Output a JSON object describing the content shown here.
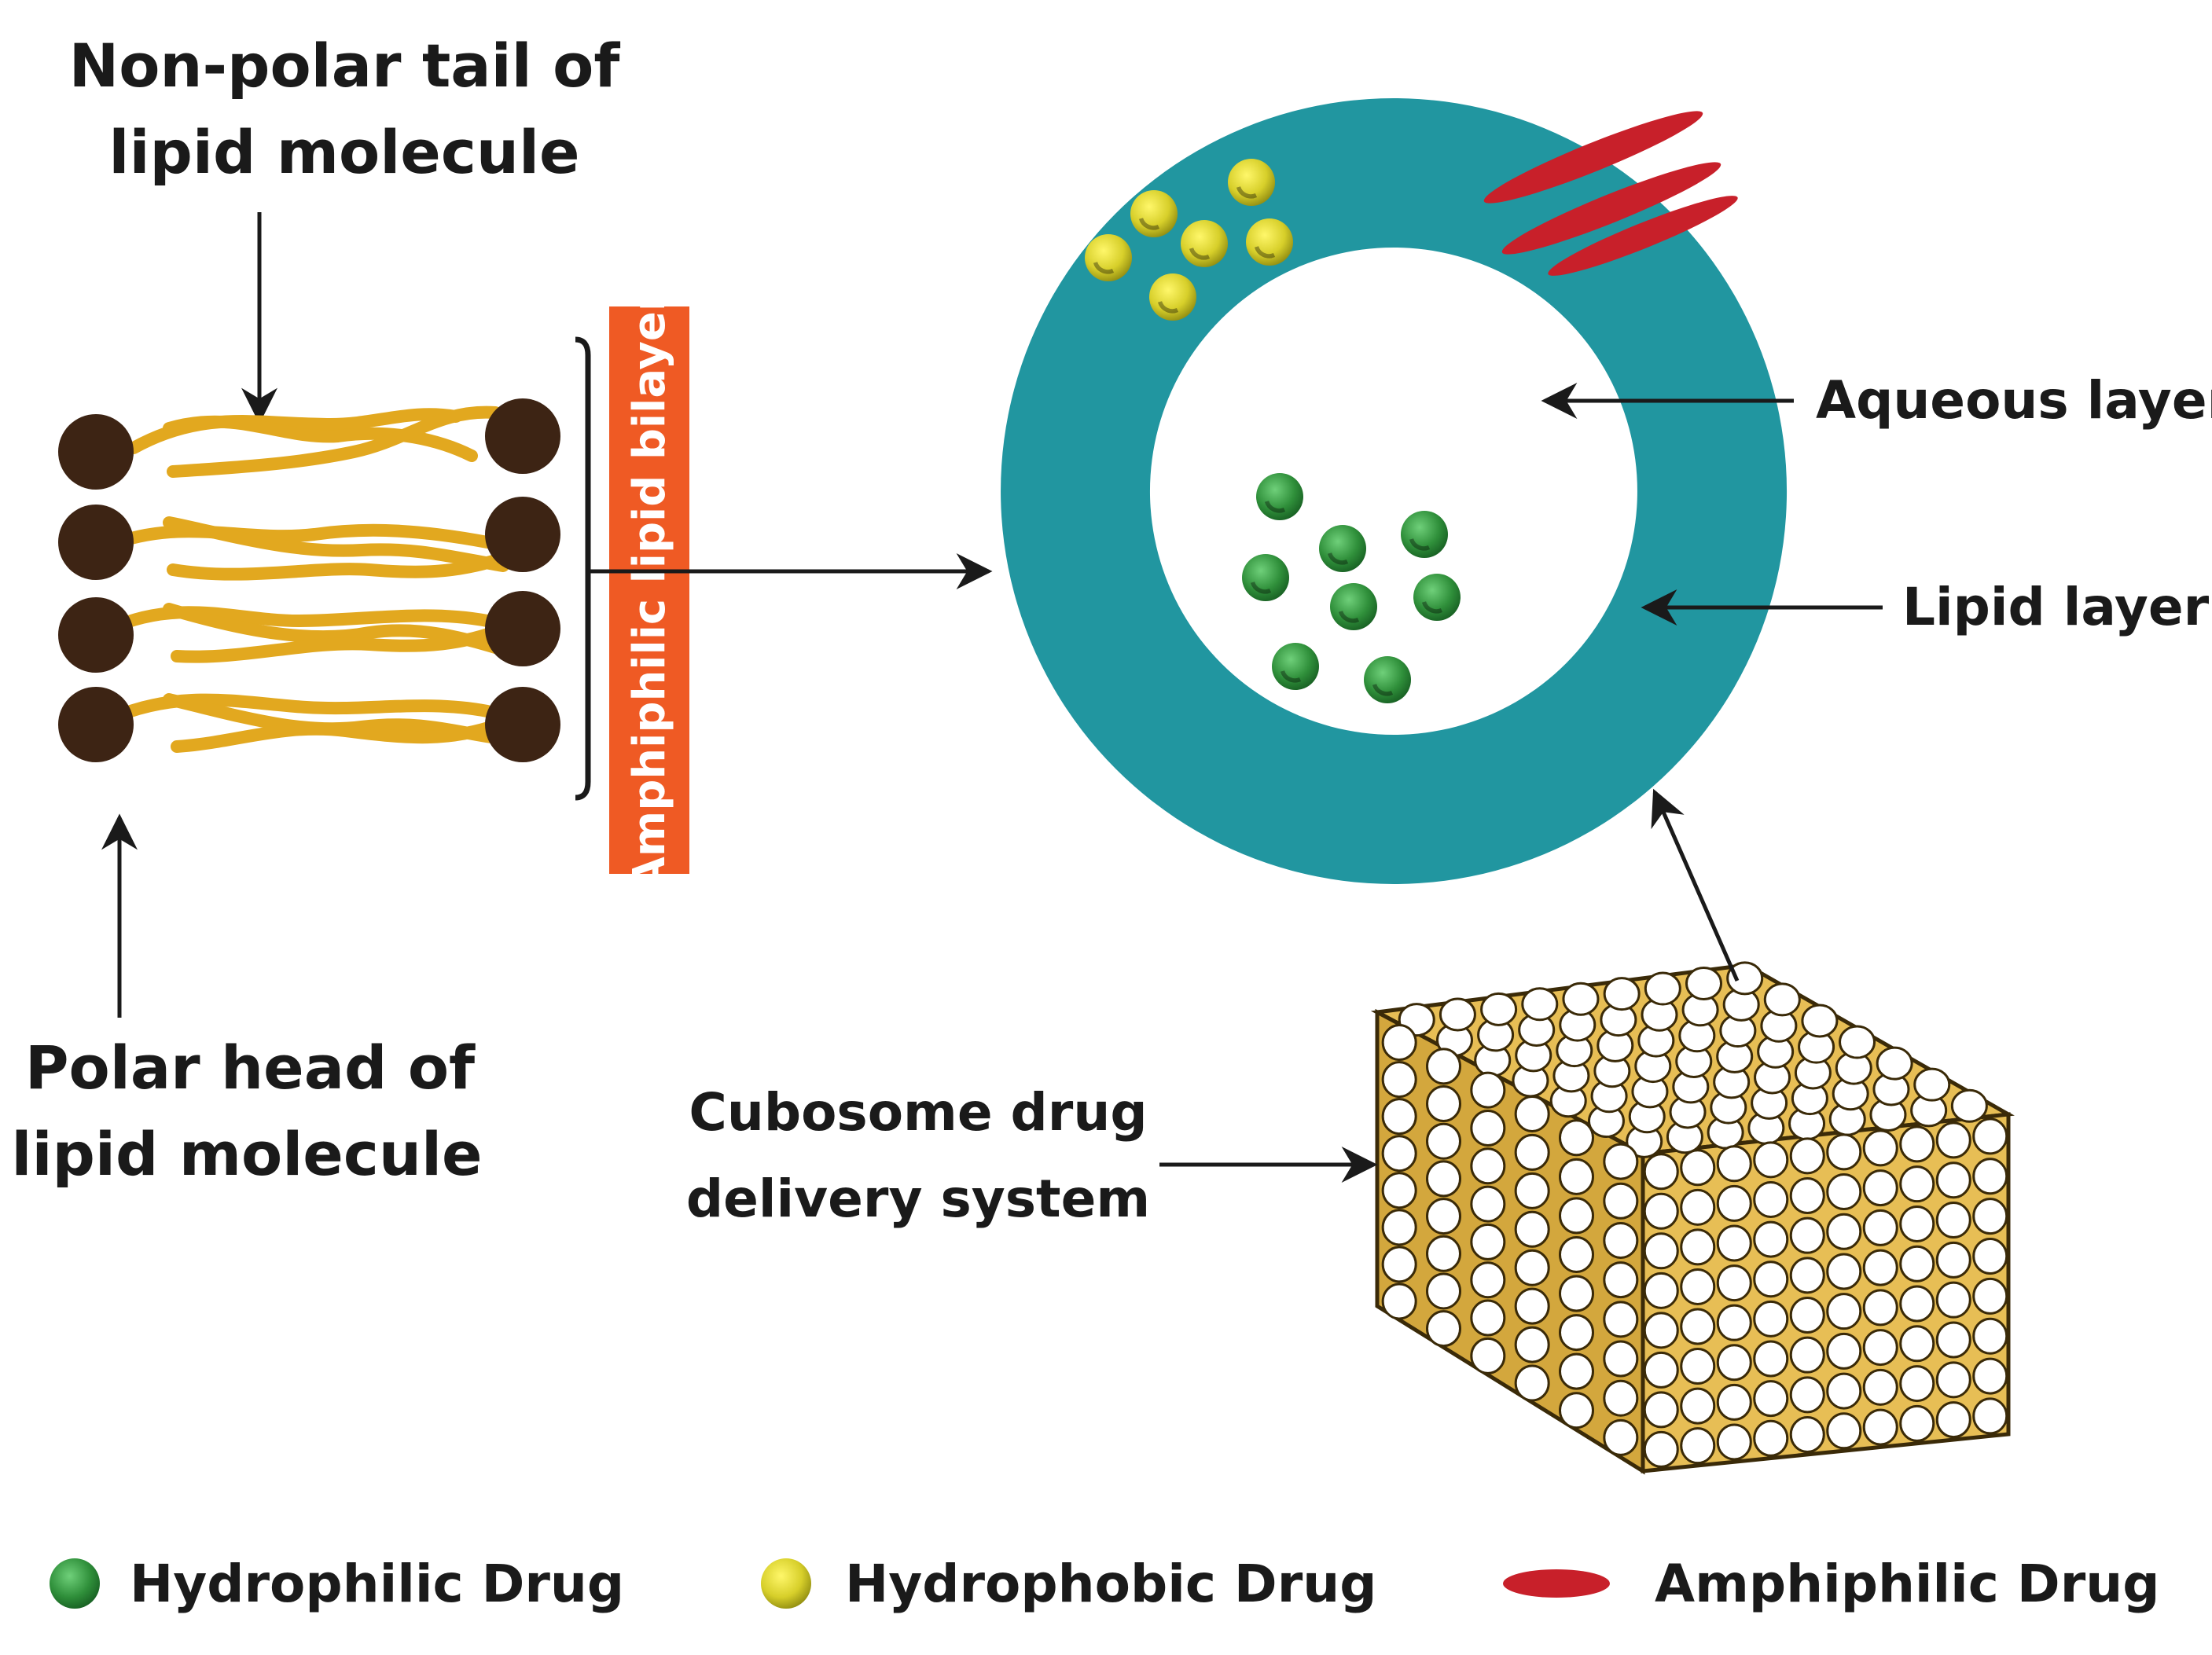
{
  "labels": {
    "nonpolar_tail_line1": "Non-polar tail of",
    "nonpolar_tail_line2": "lipid molecule",
    "polar_head_line1": "Polar head of",
    "polar_head_line2": "lipid molecule",
    "bilayer": "Amphiphilic lipid bilayer",
    "aqueous_layer": "Aqueous layer",
    "lipid_layer": "Lipid layer",
    "cubosome_line1": "Cubosome drug",
    "cubosome_line2": "delivery system"
  },
  "legend": {
    "hydrophilic": "Hydrophilic Drug",
    "hydrophobic": "Hydrophobic Drug",
    "amphiphilic": "Amphiphilic Drug"
  },
  "colors": {
    "lipid_ring": "#2196a0",
    "lipid_head": "#3d2414",
    "lipid_tail": "#e2a81f",
    "bilayer_bar": "#ef5a24",
    "hydrophilic": "#2f8f3a",
    "hydrophobic": "#d7cf2a",
    "amphiphilic": "#c8202a",
    "cube_fill": "#e7be55"
  }
}
